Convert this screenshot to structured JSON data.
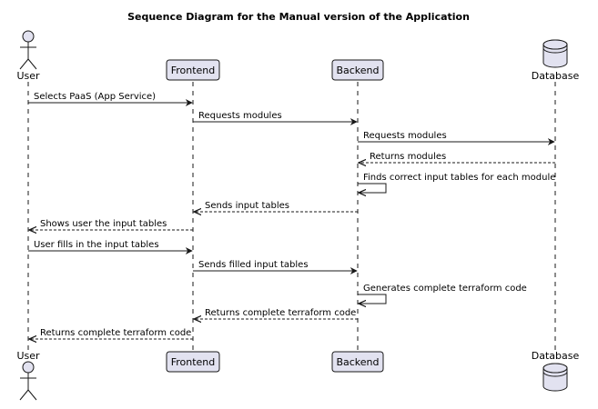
{
  "diagram": {
    "title": "Sequence Diagram for the Manual version of the Application",
    "participants": [
      {
        "id": "user",
        "label": "User",
        "kind": "actor",
        "icon": "actor-icon"
      },
      {
        "id": "frontend",
        "label": "Frontend",
        "kind": "box"
      },
      {
        "id": "backend",
        "label": "Backend",
        "kind": "box"
      },
      {
        "id": "database",
        "label": "Database",
        "kind": "database",
        "icon": "database-icon"
      }
    ],
    "messages": [
      {
        "from": "user",
        "to": "frontend",
        "label": "Selects PaaS (App Service)",
        "style": "solid"
      },
      {
        "from": "frontend",
        "to": "backend",
        "label": "Requests modules",
        "style": "solid"
      },
      {
        "from": "backend",
        "to": "database",
        "label": "Requests modules",
        "style": "solid"
      },
      {
        "from": "database",
        "to": "backend",
        "label": "Returns modules",
        "style": "dashed"
      },
      {
        "from": "backend",
        "to": "backend",
        "label": "Finds correct input tables for each module",
        "style": "solid"
      },
      {
        "from": "backend",
        "to": "frontend",
        "label": "Sends input tables",
        "style": "dashed"
      },
      {
        "from": "frontend",
        "to": "user",
        "label": "Shows user the input tables",
        "style": "dashed"
      },
      {
        "from": "user",
        "to": "frontend",
        "label": "User fills in the input tables",
        "style": "solid"
      },
      {
        "from": "frontend",
        "to": "backend",
        "label": "Sends filled input tables",
        "style": "solid"
      },
      {
        "from": "backend",
        "to": "backend",
        "label": "Generates complete terraform code",
        "style": "solid"
      },
      {
        "from": "backend",
        "to": "frontend",
        "label": "Returns complete terraform code",
        "style": "dashed"
      },
      {
        "from": "frontend",
        "to": "user",
        "label": "Returns complete terraform code",
        "style": "dashed"
      }
    ],
    "colors": {
      "participant_fill": "#e2e2f0",
      "participant_border": "#181818",
      "line": "#181818",
      "lifeline": "#181818"
    }
  }
}
